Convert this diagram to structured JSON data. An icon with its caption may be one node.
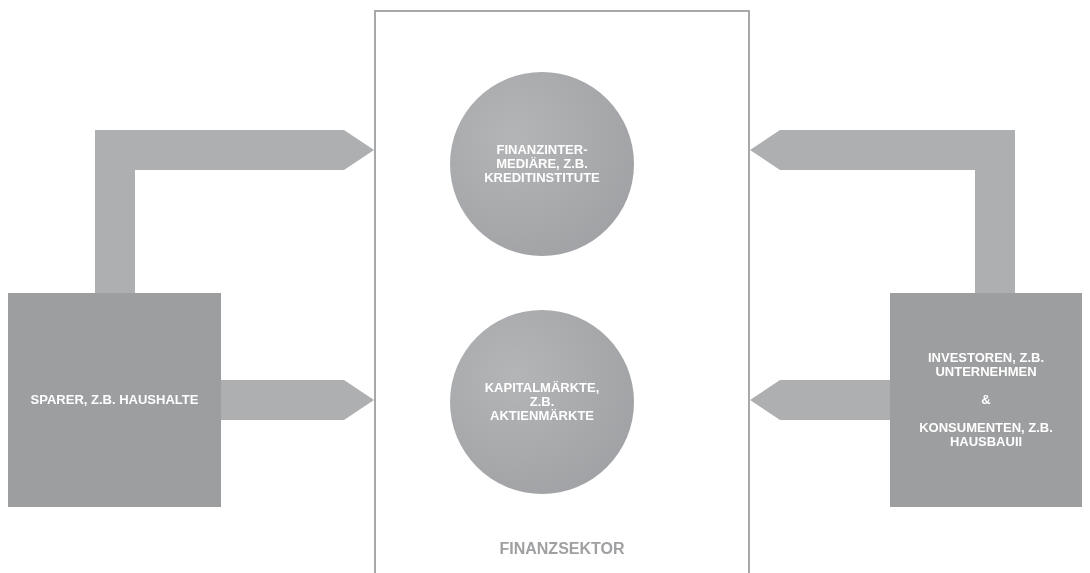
{
  "diagram": {
    "nodes": [
      {
        "text": [
          "FINANZSEKTOR"
        ]
      },
      {
        "text": [
          "FINANZINTER- MEDIÄRE, Z.B. KREDITINSTITUTE"
        ],
        "in": 0
      },
      {
        "text": [
          "KAPITALMÄRKTE, Z.B. AKTIENMÄRKTE"
        ],
        "in": 0
      },
      {
        "text": [
          "SPARER, Z.B. HAUSHALTE"
        ]
      },
      {
        "text": [
          "INVESTOREN, Z.B. UNTERNEHMEN",
          "&",
          "KONSUMENTEN, Z.B. HAUSBAUII"
        ]
      }
    ],
    "edges": [
      {
        "from": 3,
        "to": 0,
        "arrow": "to"
      },
      {
        "from": 3,
        "to": 0,
        "arrow": "to"
      },
      {
        "from": 4,
        "to": 0,
        "arrow": "to"
      },
      {
        "from": 4,
        "to": 0,
        "arrow": "to"
      }
    ]
  }
}
